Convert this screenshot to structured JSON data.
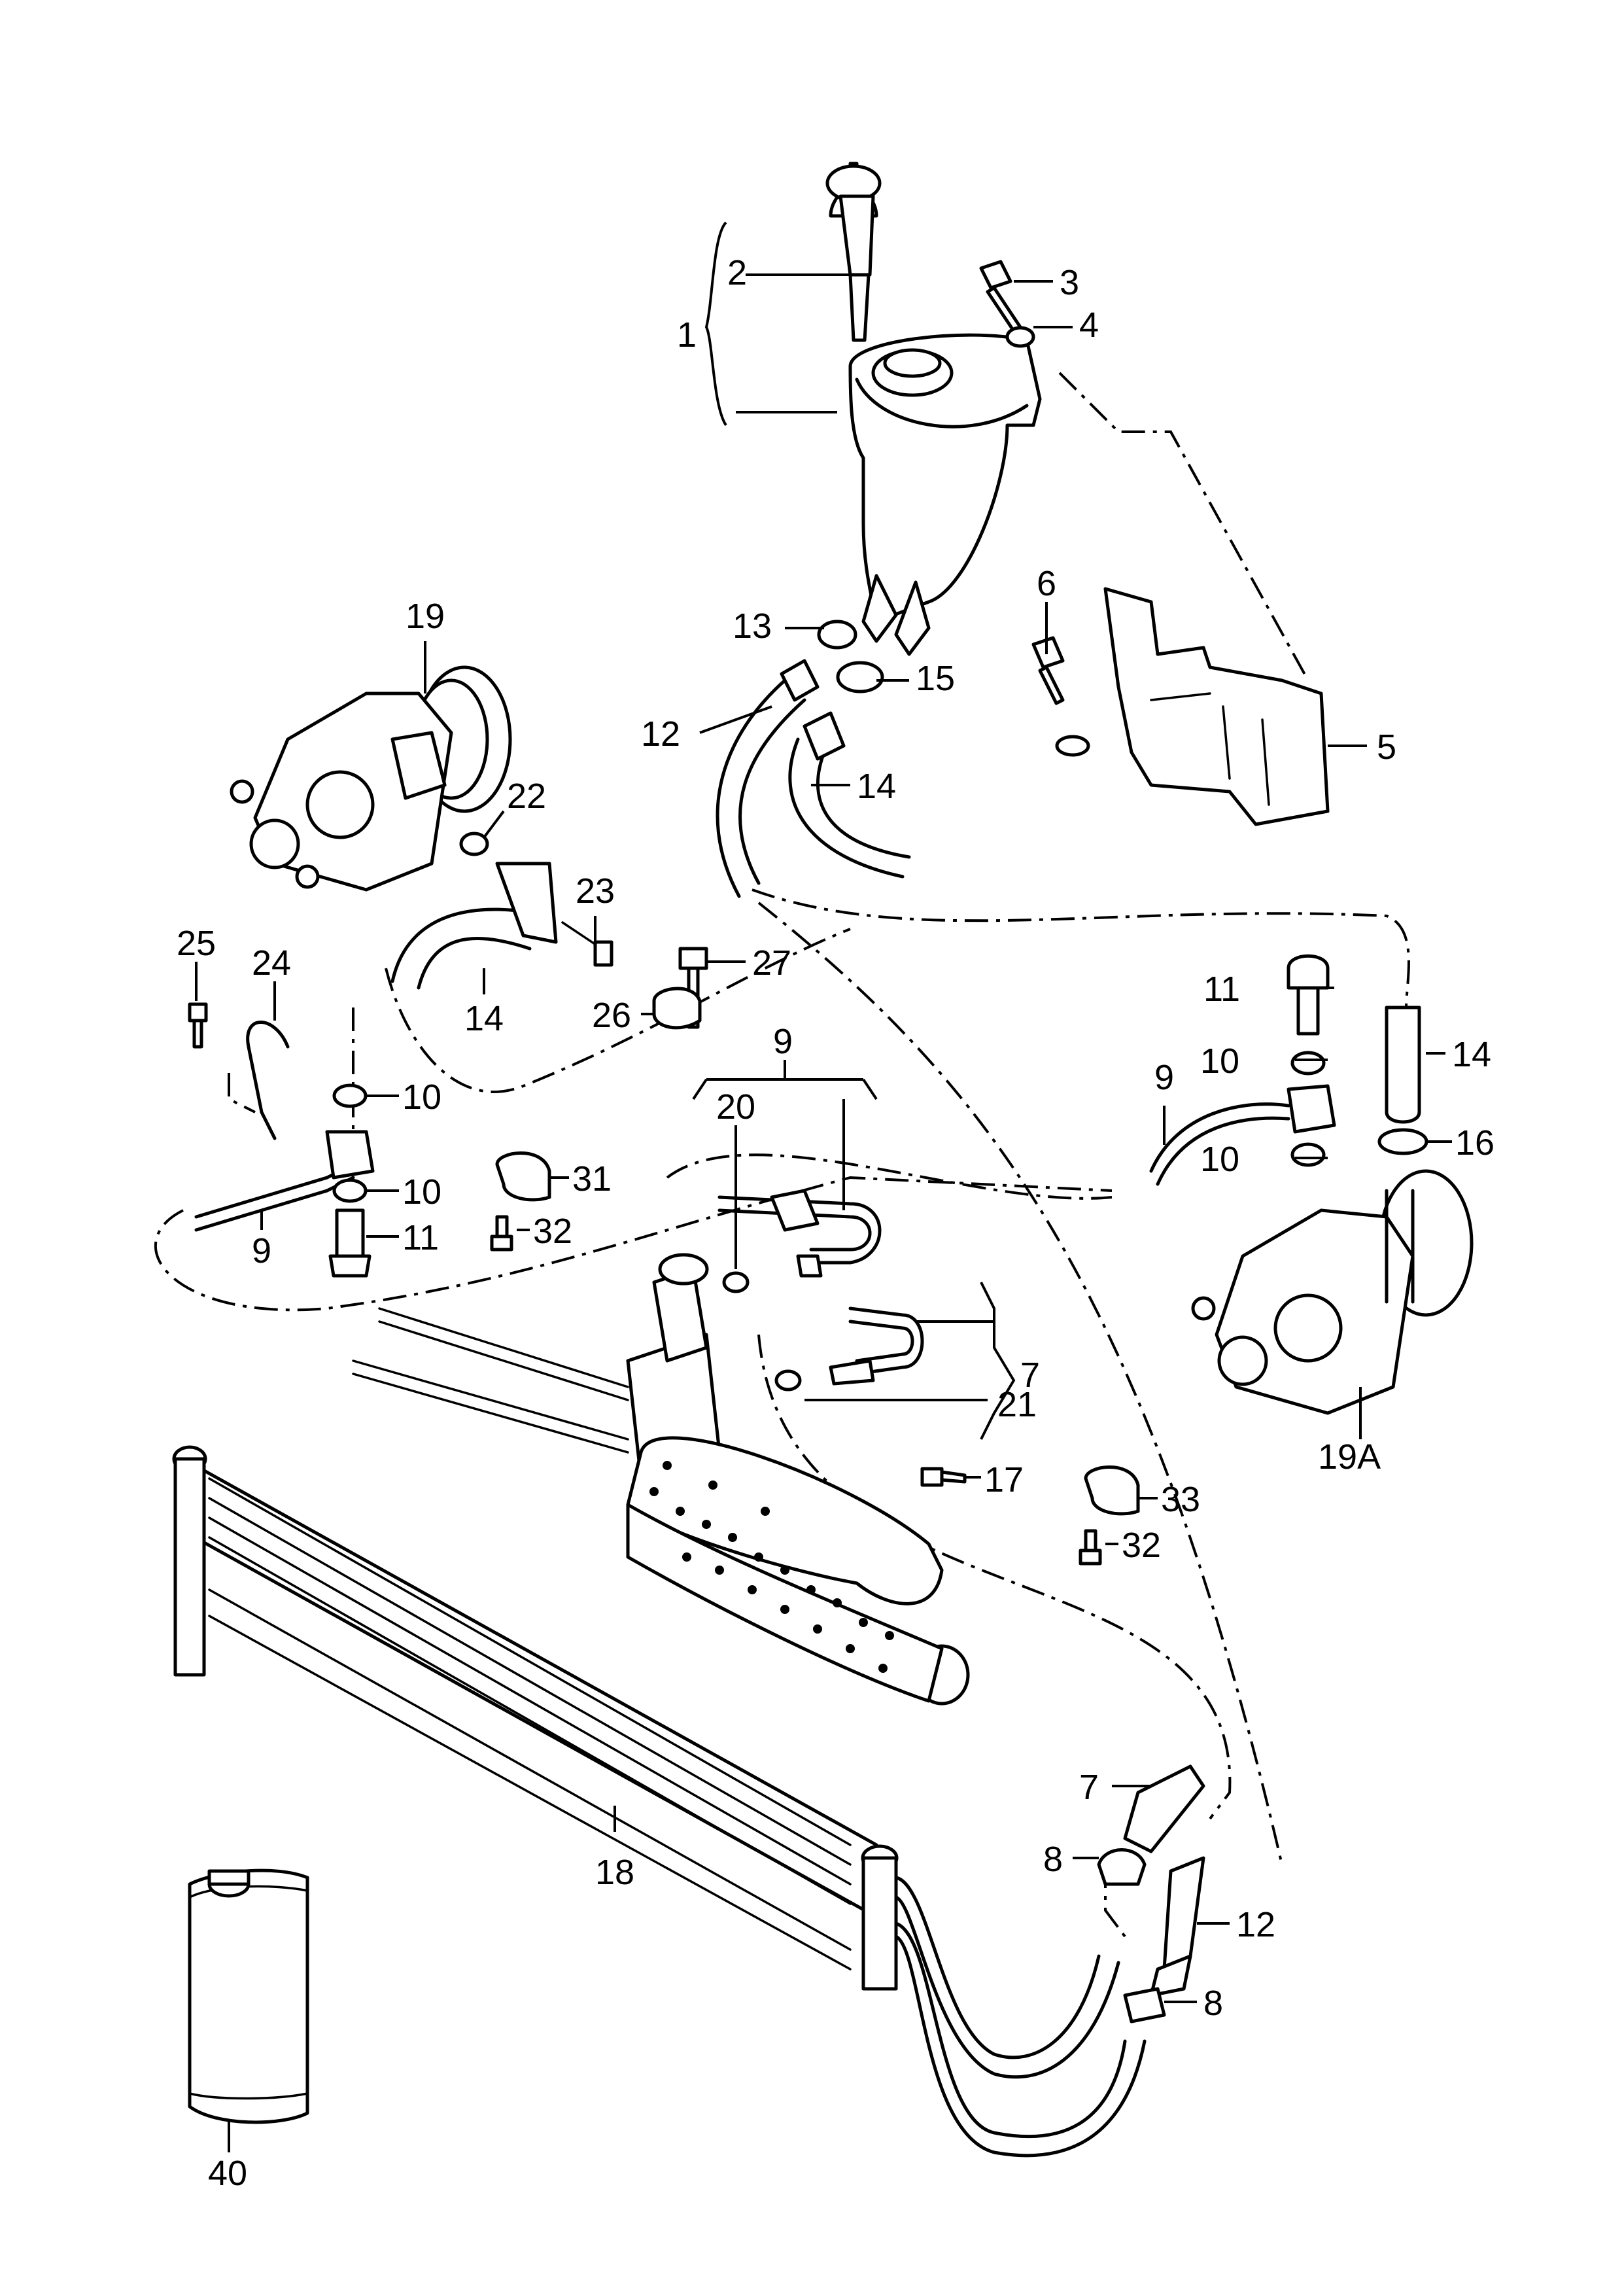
{
  "labels": {
    "l1": "1",
    "l2": "2",
    "l3": "3",
    "l4": "4",
    "l5": "5",
    "l6": "6",
    "l7a": "7",
    "l7b": "7",
    "l8a": "8",
    "l8b": "8",
    "l9a": "9",
    "l9b": "9",
    "l9c": "9",
    "l10a": "10",
    "l10b": "10",
    "l10c": "10",
    "l10d": "10",
    "l11a": "11",
    "l11b": "11",
    "l12a": "12",
    "l12b": "12",
    "l13": "13",
    "l14a": "14",
    "l14b": "14",
    "l14c": "14",
    "l15": "15",
    "l16": "16",
    "l17": "17",
    "l18": "18",
    "l19": "19",
    "l19A": "19A",
    "l20": "20",
    "l21": "21",
    "l22": "22",
    "l23": "23",
    "l24": "24",
    "l25": "25",
    "l26": "26",
    "l27": "27",
    "l31": "31",
    "l32a": "32",
    "l32b": "32",
    "l33": "33",
    "l40": "40"
  }
}
